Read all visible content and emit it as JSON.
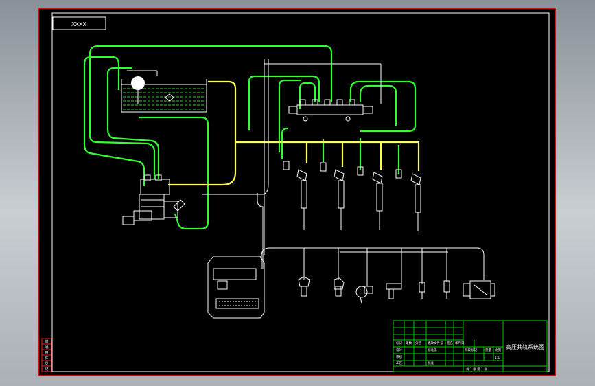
{
  "drawing": {
    "label_box_text": "XXXX",
    "title_block": {
      "drawing_title": "高压共轨系统图",
      "header_row_labels": [
        "标记",
        "处数",
        "分区",
        "更改文件号",
        "签名",
        "年月日"
      ],
      "role_labels": [
        "设计",
        "审核",
        "工艺"
      ],
      "standardization_label": "标准化",
      "approval_label": "批准",
      "stage_labels": [
        "阶段标记",
        "重量",
        "比例"
      ],
      "scale_value": "1:1",
      "sheet_label": "共 1 张 第 1 张"
    },
    "side_strip_labels": [
      "借",
      "通",
      "用",
      "件",
      "登",
      "记"
    ]
  },
  "colors": {
    "fuel_line": "#33ff33",
    "pressure_line": "#ffff55",
    "wire": "#ffffff",
    "frame": "#ff2020",
    "title_grid": "#00cc00"
  }
}
